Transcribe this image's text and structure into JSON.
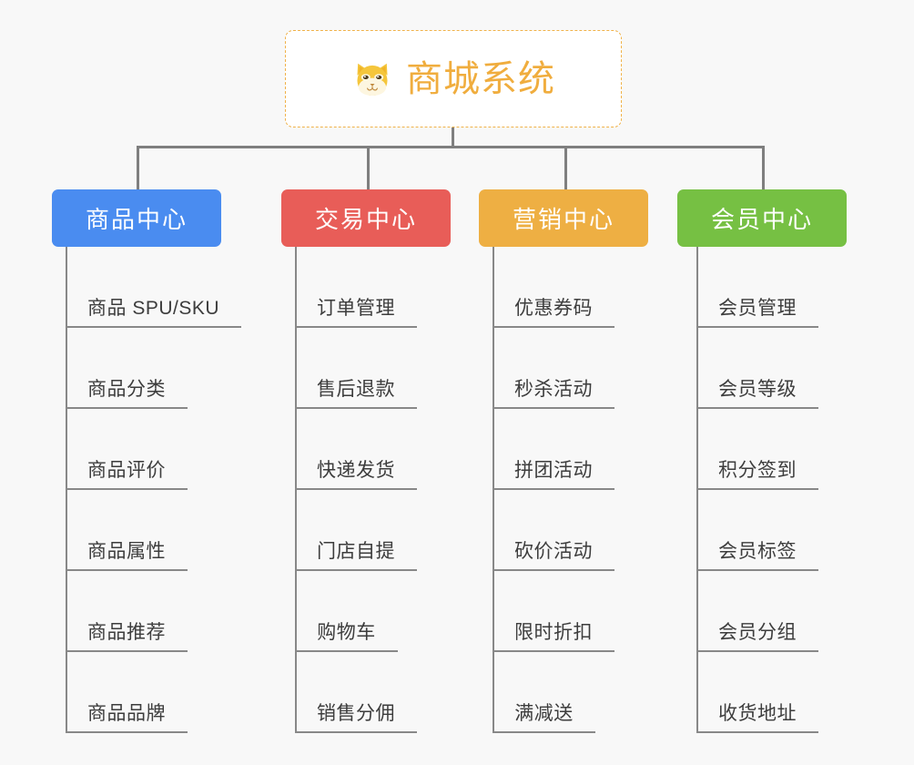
{
  "root": {
    "title": "商城系统",
    "icon": "shiba-dog-icon",
    "border_color": "#f0b24a",
    "text_color": "#f0ad3e",
    "background": "#ffffff"
  },
  "canvas": {
    "background": "#f8f8f8",
    "connector_color": "#7f7f7f",
    "leaf_line_color": "#888888",
    "leaf_text_color": "#3d3d3d"
  },
  "branches": [
    {
      "label": "商品中心",
      "color": "#4a8cf0",
      "items": [
        "商品 SPU/SKU",
        "商品分类",
        "商品评价",
        "商品属性",
        "商品推荐",
        "商品品牌"
      ]
    },
    {
      "label": "交易中心",
      "color": "#e85d58",
      "items": [
        "订单管理",
        "售后退款",
        "快递发货",
        "门店自提",
        "购物车",
        "销售分佣"
      ]
    },
    {
      "label": "营销中心",
      "color": "#eeaf43",
      "items": [
        "优惠券码",
        "秒杀活动",
        "拼团活动",
        "砍价活动",
        "限时折扣",
        "满减送"
      ]
    },
    {
      "label": "会员中心",
      "color": "#76c043",
      "items": [
        "会员管理",
        "会员等级",
        "积分签到",
        "会员标签",
        "会员分组",
        "收货地址"
      ]
    }
  ]
}
